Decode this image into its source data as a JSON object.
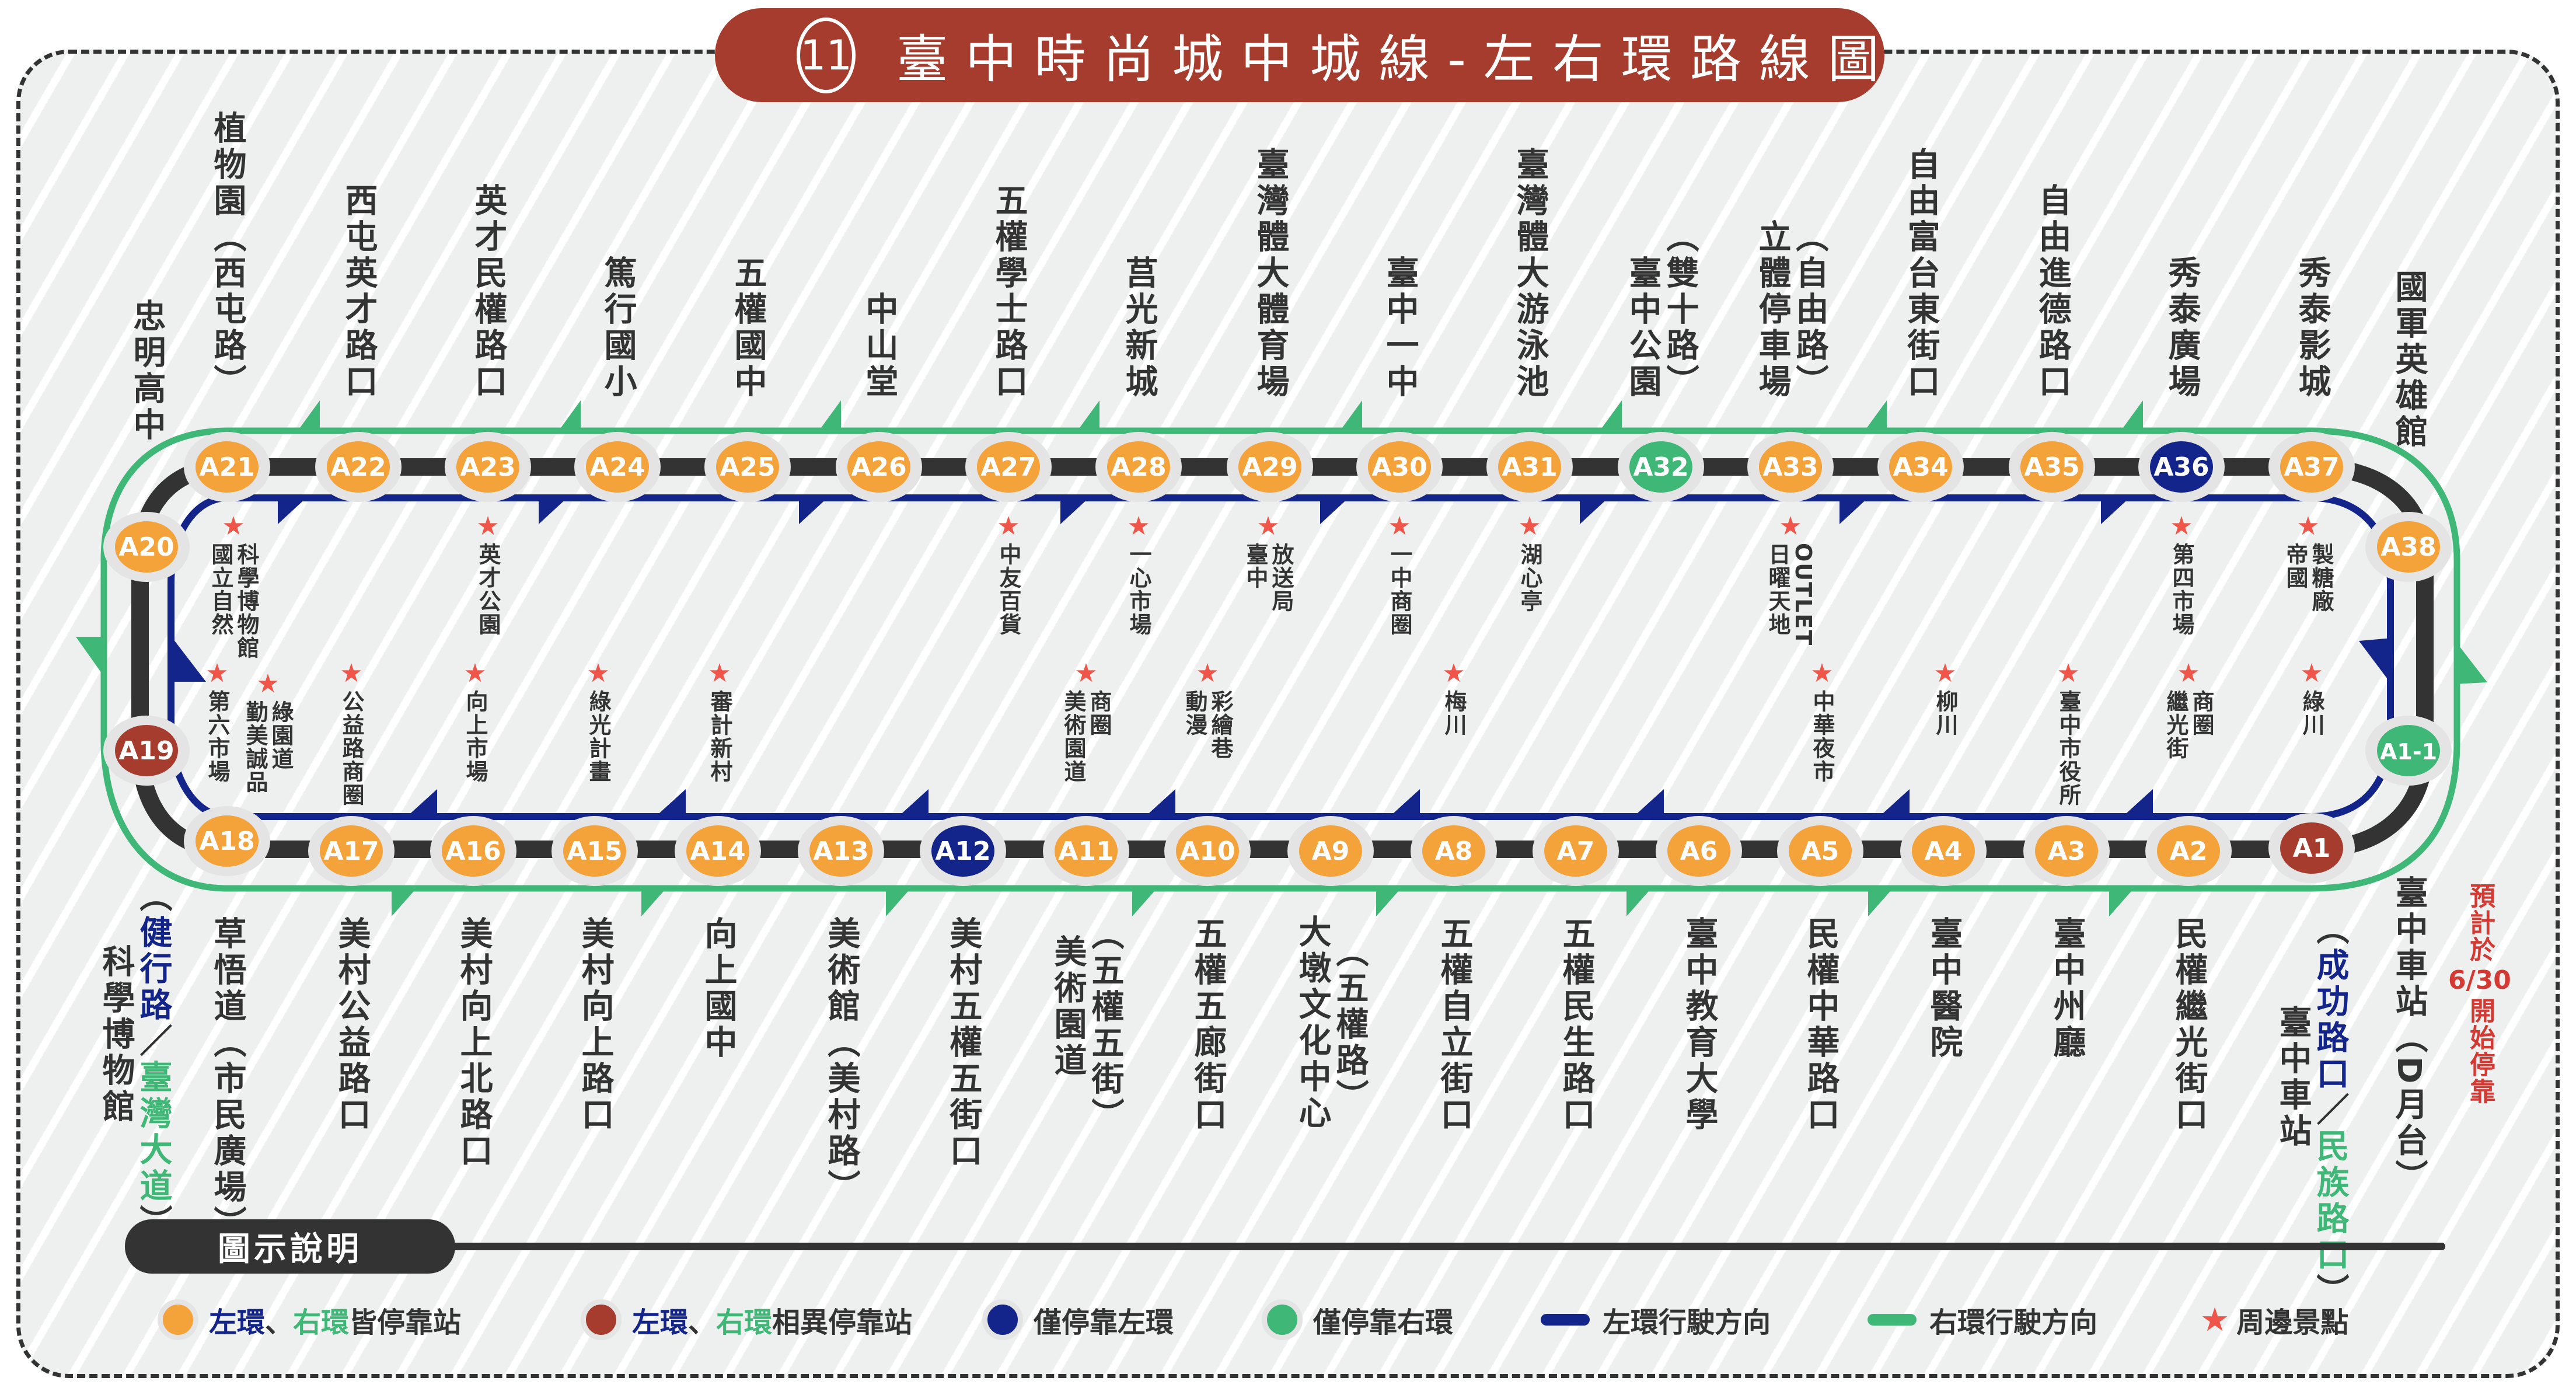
{
  "title": {
    "route_number": "11",
    "text": "臺中時尚城中城線-左右環路線圖"
  },
  "colors": {
    "both": "#F4A23A",
    "diff": "#A63C2E",
    "left": "#13258A",
    "right": "#3FB776",
    "track": "#333333",
    "halo": "#E4E4E4",
    "star": "#EF5548"
  },
  "stations": [
    {
      "id": "A1",
      "type": "diff",
      "cols": [
        [
          {
            "t": "臺中車站"
          }
        ],
        [
          {
            "t": "（"
          },
          {
            "t": "成功路口",
            "c": "left"
          },
          {
            "t": "／"
          },
          {
            "t": "民族路口",
            "c": "right"
          },
          {
            "t": "）"
          }
        ]
      ]
    },
    {
      "id": "A2",
      "type": "both",
      "cols": [
        [
          {
            "t": "民權繼光街口"
          }
        ]
      ]
    },
    {
      "id": "A3",
      "type": "both",
      "cols": [
        [
          {
            "t": "臺中州廳"
          }
        ]
      ]
    },
    {
      "id": "A4",
      "type": "both",
      "cols": [
        [
          {
            "t": "臺中醫院"
          }
        ]
      ]
    },
    {
      "id": "A5",
      "type": "both",
      "cols": [
        [
          {
            "t": "民權中華路口"
          }
        ]
      ]
    },
    {
      "id": "A6",
      "type": "both",
      "cols": [
        [
          {
            "t": "臺中教育大學"
          }
        ]
      ]
    },
    {
      "id": "A7",
      "type": "both",
      "cols": [
        [
          {
            "t": "五權民生路口"
          }
        ]
      ]
    },
    {
      "id": "A8",
      "type": "both",
      "cols": [
        [
          {
            "t": "五權自立街口"
          }
        ]
      ]
    },
    {
      "id": "A9",
      "type": "both",
      "cols": [
        [
          {
            "t": "大墩文化中心"
          }
        ],
        [
          {
            "t": "（五權路）"
          }
        ]
      ]
    },
    {
      "id": "A10",
      "type": "both",
      "cols": [
        [
          {
            "t": "五權五廊街口"
          }
        ]
      ]
    },
    {
      "id": "A11",
      "type": "both",
      "cols": [
        [
          {
            "t": "美術園道"
          }
        ],
        [
          {
            "t": "（五權五街）"
          }
        ]
      ]
    },
    {
      "id": "A12",
      "type": "left",
      "cols": [
        [
          {
            "t": "美村五權五街口"
          }
        ]
      ]
    },
    {
      "id": "A13",
      "type": "both",
      "cols": [
        [
          {
            "t": "美術館（美村路）"
          }
        ]
      ]
    },
    {
      "id": "A14",
      "type": "both",
      "cols": [
        [
          {
            "t": "向上國中"
          }
        ]
      ]
    },
    {
      "id": "A15",
      "type": "both",
      "cols": [
        [
          {
            "t": "美村向上路口"
          }
        ]
      ]
    },
    {
      "id": "A16",
      "type": "both",
      "cols": [
        [
          {
            "t": "美村向上北路口"
          }
        ]
      ]
    },
    {
      "id": "A17",
      "type": "both",
      "cols": [
        [
          {
            "t": "美村公益路口"
          }
        ]
      ]
    },
    {
      "id": "A18",
      "type": "both",
      "cols": [
        [
          {
            "t": "草悟道（市民廣場）"
          }
        ]
      ]
    },
    {
      "id": "A19",
      "type": "diff",
      "cols": [
        [
          {
            "t": "科學博物館"
          }
        ],
        [
          {
            "t": "（"
          },
          {
            "t": "健行路",
            "c": "left"
          },
          {
            "t": "／"
          },
          {
            "t": "臺灣大道",
            "c": "right"
          },
          {
            "t": "）"
          }
        ]
      ]
    },
    {
      "id": "A20",
      "type": "both",
      "cols": [
        [
          {
            "t": "忠明高中"
          }
        ]
      ]
    },
    {
      "id": "A21",
      "type": "both",
      "cols": [
        [
          {
            "t": "植物園（西屯路）"
          }
        ]
      ]
    },
    {
      "id": "A22",
      "type": "both",
      "cols": [
        [
          {
            "t": "西屯英才路口"
          }
        ]
      ]
    },
    {
      "id": "A23",
      "type": "both",
      "cols": [
        [
          {
            "t": "英才民權路口"
          }
        ]
      ]
    },
    {
      "id": "A24",
      "type": "both",
      "cols": [
        [
          {
            "t": "篤行國小"
          }
        ]
      ]
    },
    {
      "id": "A25",
      "type": "both",
      "cols": [
        [
          {
            "t": "五權國中"
          }
        ]
      ]
    },
    {
      "id": "A26",
      "type": "both",
      "cols": [
        [
          {
            "t": "中山堂"
          }
        ]
      ]
    },
    {
      "id": "A27",
      "type": "both",
      "cols": [
        [
          {
            "t": "五權學士路口"
          }
        ]
      ]
    },
    {
      "id": "A28",
      "type": "both",
      "cols": [
        [
          {
            "t": "莒光新城"
          }
        ]
      ]
    },
    {
      "id": "A29",
      "type": "both",
      "cols": [
        [
          {
            "t": "臺灣體大體育場"
          }
        ]
      ]
    },
    {
      "id": "A30",
      "type": "both",
      "cols": [
        [
          {
            "t": "臺中一中"
          }
        ]
      ]
    },
    {
      "id": "A31",
      "type": "both",
      "cols": [
        [
          {
            "t": "臺灣體大游泳池"
          }
        ]
      ]
    },
    {
      "id": "A32",
      "type": "right",
      "cols": [
        [
          {
            "t": "臺中公園"
          }
        ],
        [
          {
            "t": "（雙十路）"
          }
        ]
      ]
    },
    {
      "id": "A33",
      "type": "both",
      "cols": [
        [
          {
            "t": "立體停車場"
          }
        ],
        [
          {
            "t": "（自由路）"
          }
        ]
      ]
    },
    {
      "id": "A34",
      "type": "both",
      "cols": [
        [
          {
            "t": "自由富台東街口"
          }
        ]
      ]
    },
    {
      "id": "A35",
      "type": "both",
      "cols": [
        [
          {
            "t": "自由進德路口"
          }
        ]
      ]
    },
    {
      "id": "A36",
      "type": "left",
      "cols": [
        [
          {
            "t": "秀泰廣場"
          }
        ]
      ]
    },
    {
      "id": "A37",
      "type": "both",
      "cols": [
        [
          {
            "t": "秀泰影城"
          }
        ]
      ]
    },
    {
      "id": "A38",
      "type": "both",
      "cols": [
        [
          {
            "t": "國軍英雄館"
          }
        ]
      ]
    },
    {
      "id": "A1-1",
      "type": "right",
      "cols": [
        [
          {
            "t": "臺中車站（D月台）"
          }
        ]
      ],
      "note": [
        "預計於",
        "6/30",
        "開始停靠"
      ]
    }
  ],
  "landmarks": [
    [
      "國立自然",
      "科學博物館"
    ],
    [
      "英才公園"
    ],
    [
      "中友百貨"
    ],
    [
      "一心市場"
    ],
    [
      "臺中",
      "放送局"
    ],
    [
      "一中商圈"
    ],
    [
      "湖心亭"
    ],
    [
      "日曜天地",
      "OUTLET"
    ],
    [
      "第四市場"
    ],
    [
      "帝國",
      "製糖廠"
    ],
    [
      "第六市場"
    ],
    [
      "勤美誠品",
      "綠園道"
    ],
    [
      "公益路商圈"
    ],
    [
      "向上市場"
    ],
    [
      "綠光計畫"
    ],
    [
      "審計新村"
    ],
    [
      "美術園道",
      "商圈"
    ],
    [
      "動漫",
      "彩繪巷"
    ],
    [
      "梅川"
    ],
    [
      "中華夜市"
    ],
    [
      "柳川"
    ],
    [
      "臺中市役所"
    ],
    [
      "繼光街",
      "商圈"
    ],
    [
      "綠川"
    ]
  ],
  "legend": {
    "title": "圖示說明",
    "both": {
      "left": "左環",
      "sep": "、",
      "right": "右環",
      "rest": "皆停靠站"
    },
    "diff": {
      "left": "左環",
      "sep": "、",
      "right": "右環",
      "rest": "相異停靠站"
    },
    "left_only": "僅停靠左環",
    "right_only": "僅停靠右環",
    "left_dir": "左環行駛方向",
    "right_dir": "右環行駛方向",
    "landmark": "周邊景點"
  }
}
